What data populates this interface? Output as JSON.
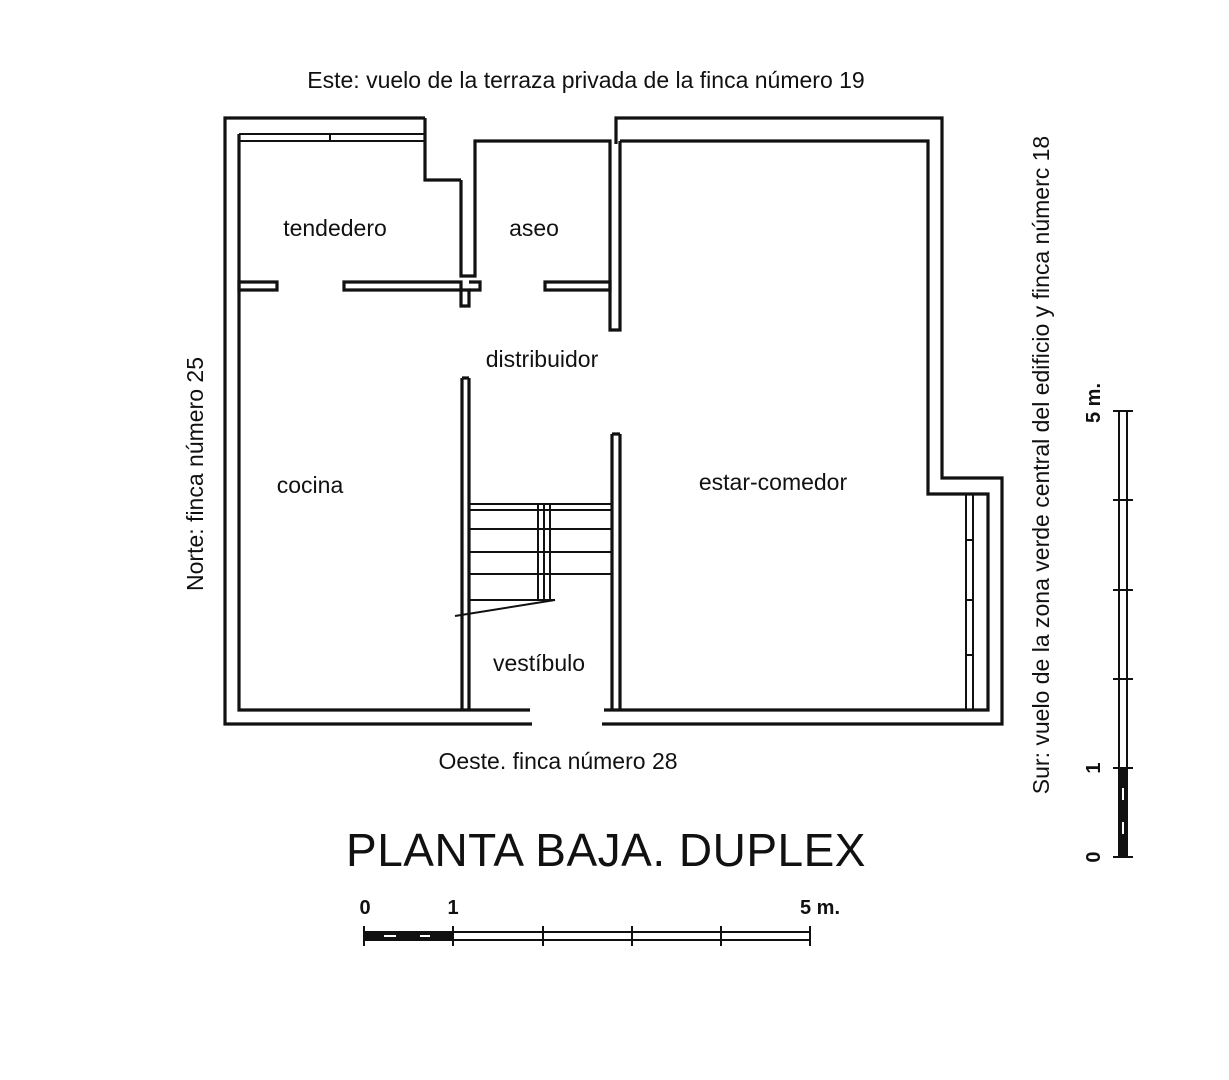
{
  "plan": {
    "title": "PLANTA BAJA. DUPLEX",
    "boundaries": {
      "east": "Este: vuelo de la terraza privada de la finca número 19",
      "north": "Norte: finca número 25",
      "west": "Oeste. finca número 28",
      "south": "Sur: vuelo de la zona verde central del edificio y finca númerc 18"
    },
    "rooms": {
      "tendedero": "tendedero",
      "aseo": "aseo",
      "distribuidor": "distribuidor",
      "cocina": "cocina",
      "estar_comedor": "estar-comedor",
      "vestibulo": "vestíbulo"
    }
  },
  "scale_bottom": {
    "start": "0",
    "one": "1",
    "end": "5 m."
  },
  "scale_right": {
    "start": "0",
    "one": "1",
    "end": "5 m."
  }
}
